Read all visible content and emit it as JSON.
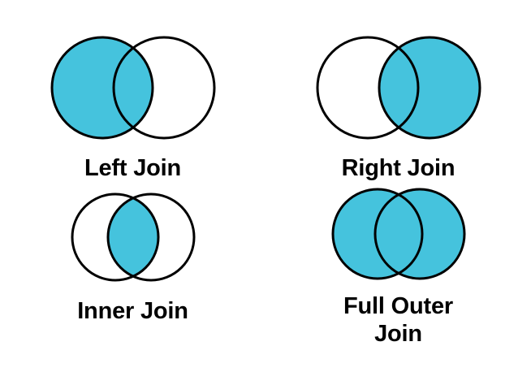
{
  "document": {
    "title": "SQL Join Types Venn Diagrams",
    "background_color": "#ffffff"
  },
  "style": {
    "fill_color": "#45c3dd",
    "stroke_color": "#000000",
    "empty_color": "#ffffff",
    "text_color": "#000000"
  },
  "diagrams": [
    {
      "id": "left-join",
      "label": "Left Join",
      "shaded": "left-circle-and-overlap",
      "left_circle_filled": true,
      "right_circle_filled": false,
      "overlap_filled": true
    },
    {
      "id": "right-join",
      "label": "Right Join",
      "shaded": "right-circle-and-overlap",
      "left_circle_filled": false,
      "right_circle_filled": true,
      "overlap_filled": true
    },
    {
      "id": "inner-join",
      "label": "Inner Join",
      "shaded": "overlap-only",
      "left_circle_filled": false,
      "right_circle_filled": false,
      "overlap_filled": true
    },
    {
      "id": "full-outer-join",
      "label": "Full Outer\nJoin",
      "shaded": "both-circles-and-overlap",
      "left_circle_filled": true,
      "right_circle_filled": true,
      "overlap_filled": true
    }
  ]
}
